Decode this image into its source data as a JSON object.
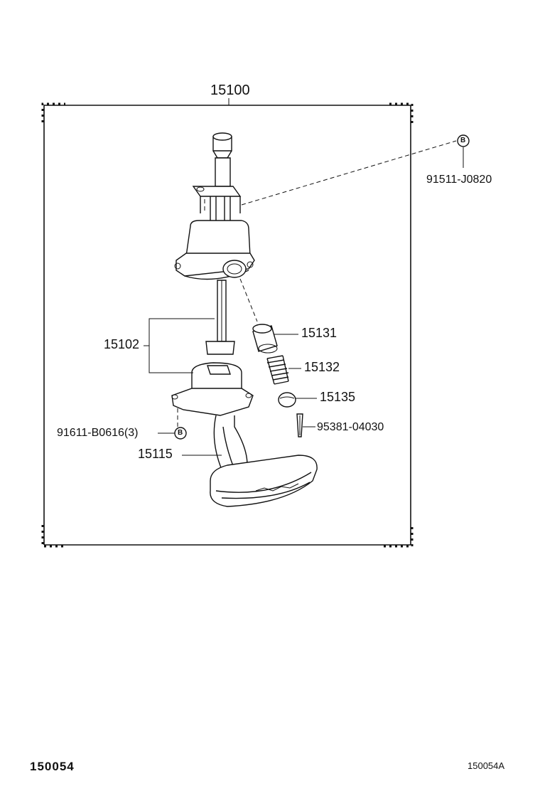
{
  "assembly": {
    "part_number": "15100"
  },
  "callouts": {
    "bolt_b": {
      "part_number": "91511-J0820",
      "marker": "B"
    },
    "shaft": {
      "part_number": "15102"
    },
    "relief_valve": {
      "part_number": "15131"
    },
    "spring": {
      "part_number": "15132"
    },
    "retainer": {
      "part_number": "15135"
    },
    "cotter_pin": {
      "part_number": "95381-04030"
    },
    "stud_bolt": {
      "part_number": "91611-B0616(3)",
      "marker": "B"
    },
    "strainer": {
      "part_number": "15115"
    }
  },
  "footer": {
    "diagram_code": "150054",
    "diagram_code_alt": "150054A"
  }
}
